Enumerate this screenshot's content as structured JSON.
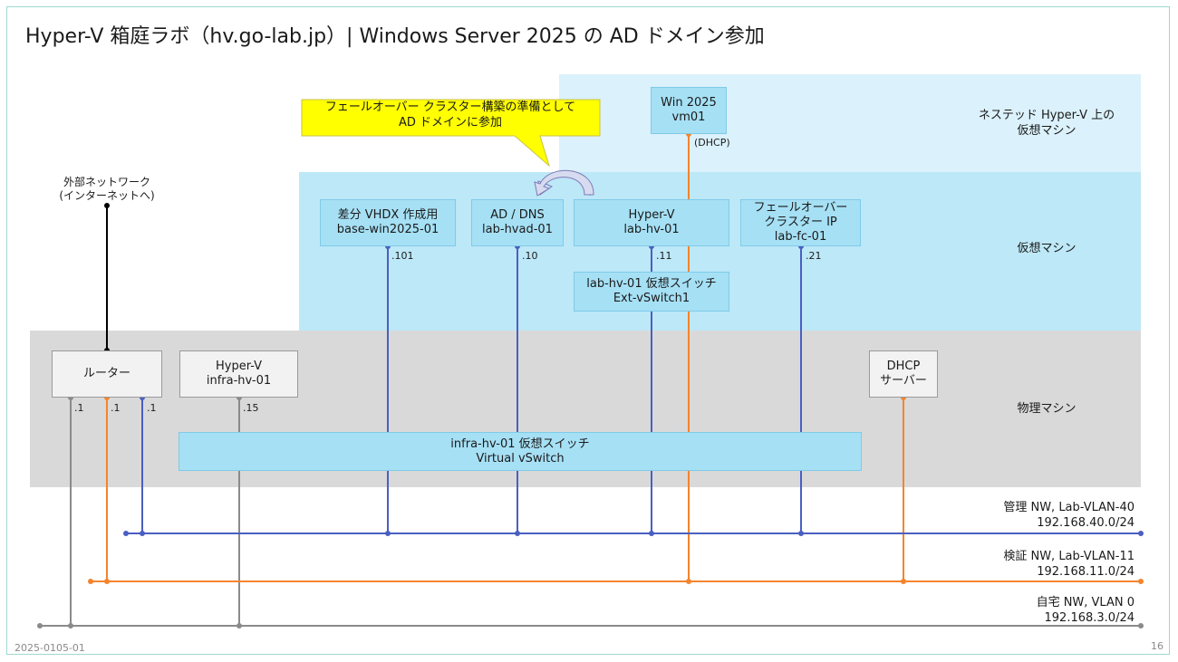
{
  "title": "Hyper-V 箱庭ラボ（hv.go-lab.jp）| Windows Server 2025 の AD ドメイン参加",
  "callout": {
    "line1": "フェールオーバー クラスター構築の準備として",
    "line2": "AD ドメインに参加"
  },
  "layers": {
    "nested": [
      "ネステッド Hyper-V 上の",
      "仮想マシン"
    ],
    "vm": "仮想マシン",
    "physical": "物理マシン"
  },
  "external": [
    "外部ネットワーク",
    "(インターネットへ)"
  ],
  "nodes": {
    "vm01": [
      "Win 2025",
      "vm01"
    ],
    "vm01_ip": "(DHCP)",
    "base": [
      "差分 VHDX 作成用",
      "base-win2025-01"
    ],
    "base_ip": ".101",
    "ad": [
      "AD / DNS",
      "lab-hvad-01"
    ],
    "ad_ip": ".10",
    "labhv": [
      "Hyper-V",
      "lab-hv-01"
    ],
    "labhv_ip": ".11",
    "cluster": [
      "フェールオーバー",
      "クラスター IP",
      "lab-fc-01"
    ],
    "cluster_ip": ".21",
    "ext_switch": [
      "lab-hv-01 仮想スイッチ",
      "Ext-vSwitch1"
    ],
    "router": "ルーター",
    "router_ips": [
      ".1",
      ".1",
      ".1"
    ],
    "infra": [
      "Hyper-V",
      "infra-hv-01"
    ],
    "infra_ip": ".15",
    "dhcp": [
      "DHCP",
      "サーバー"
    ],
    "virtual_switch": [
      "infra-hv-01 仮想スイッチ",
      "Virtual vSwitch"
    ]
  },
  "networks": {
    "mgmt": [
      "管理 NW, Lab-VLAN-40",
      "192.168.40.0/24"
    ],
    "test": [
      "検証 NW, Lab-VLAN-11",
      "192.168.11.0/24"
    ],
    "home": [
      "自宅 NW, VLAN 0",
      "192.168.3.0/24"
    ]
  },
  "colors": {
    "mgmt_line": "#4a5fc1",
    "test_line": "#f4842d",
    "home_line": "#8a8a8a",
    "nested_band": "#dbf1fb",
    "vm_band": "#bde8f7",
    "physical_band": "#d9d9d9",
    "callout_fill": "#ffff00"
  },
  "footer": {
    "doc_id": "2025-0105-01",
    "page": "16"
  }
}
